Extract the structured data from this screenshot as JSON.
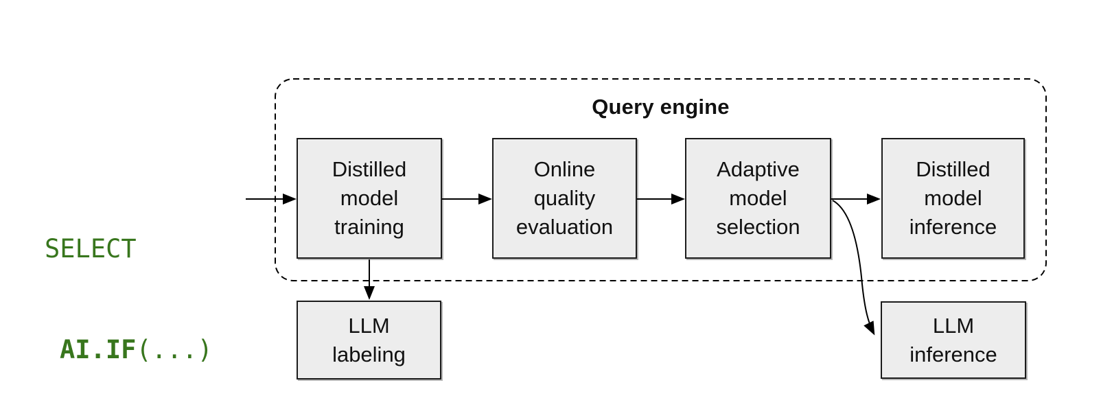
{
  "code": {
    "select": "SELECT",
    "function": "AI.IF",
    "args": "(...)"
  },
  "engine": {
    "title": "Query engine"
  },
  "nodes": [
    {
      "id": "distilled-model-training",
      "label": "Distilled\nmodel\ntraining"
    },
    {
      "id": "online-quality-evaluation",
      "label": "Online\nquality\nevaluation"
    },
    {
      "id": "adaptive-model-selection",
      "label": "Adaptive\nmodel\nselection"
    },
    {
      "id": "distilled-model-inference",
      "label": "Distilled\nmodel\ninference"
    },
    {
      "id": "llm-labeling",
      "label": "LLM\nlabeling"
    },
    {
      "id": "llm-inference",
      "label": "LLM\ninference"
    }
  ],
  "arrows": [
    "input-to-distilled-model-training",
    "distilled-model-training-to-online-quality-evaluation",
    "online-quality-evaluation-to-adaptive-model-selection",
    "adaptive-model-selection-to-distilled-model-inference",
    "distilled-model-training-to-llm-labeling",
    "adaptive-model-selection-to-llm-inference"
  ],
  "colors": {
    "code_green": "#38761d",
    "node_fill": "#ededed",
    "node_border": "#1b1b1b",
    "text": "#111111",
    "background": "#ffffff"
  }
}
